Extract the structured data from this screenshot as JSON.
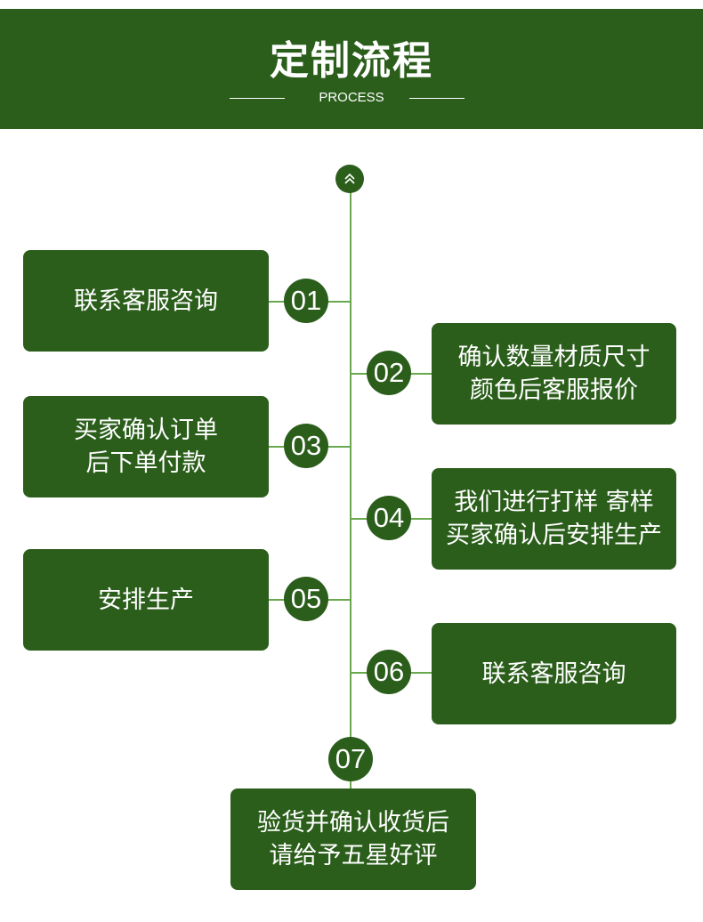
{
  "header": {
    "title": "定制流程",
    "subtitle": "PROCESS"
  },
  "steps": [
    {
      "number": "01",
      "lines": [
        "联系客服咨询"
      ]
    },
    {
      "number": "02",
      "lines": [
        "确认数量材质尺寸",
        "颜色后客服报价"
      ]
    },
    {
      "number": "03",
      "lines": [
        "买家确认订单",
        "后下单付款"
      ]
    },
    {
      "number": "04",
      "lines": [
        "我们进行打样  寄样",
        "买家确认后安排生产"
      ]
    },
    {
      "number": "05",
      "lines": [
        "安排生产"
      ]
    },
    {
      "number": "06",
      "lines": [
        "联系客服咨询"
      ]
    },
    {
      "number": "07",
      "lines": [
        "验货并确认收货后",
        "请给予五星好评"
      ]
    }
  ],
  "colors": {
    "primary_green": "#2b5e1b",
    "line_green": "#6aa84f",
    "text": "#ffffff"
  },
  "icons": {
    "top": "double-chevron-up-icon"
  }
}
